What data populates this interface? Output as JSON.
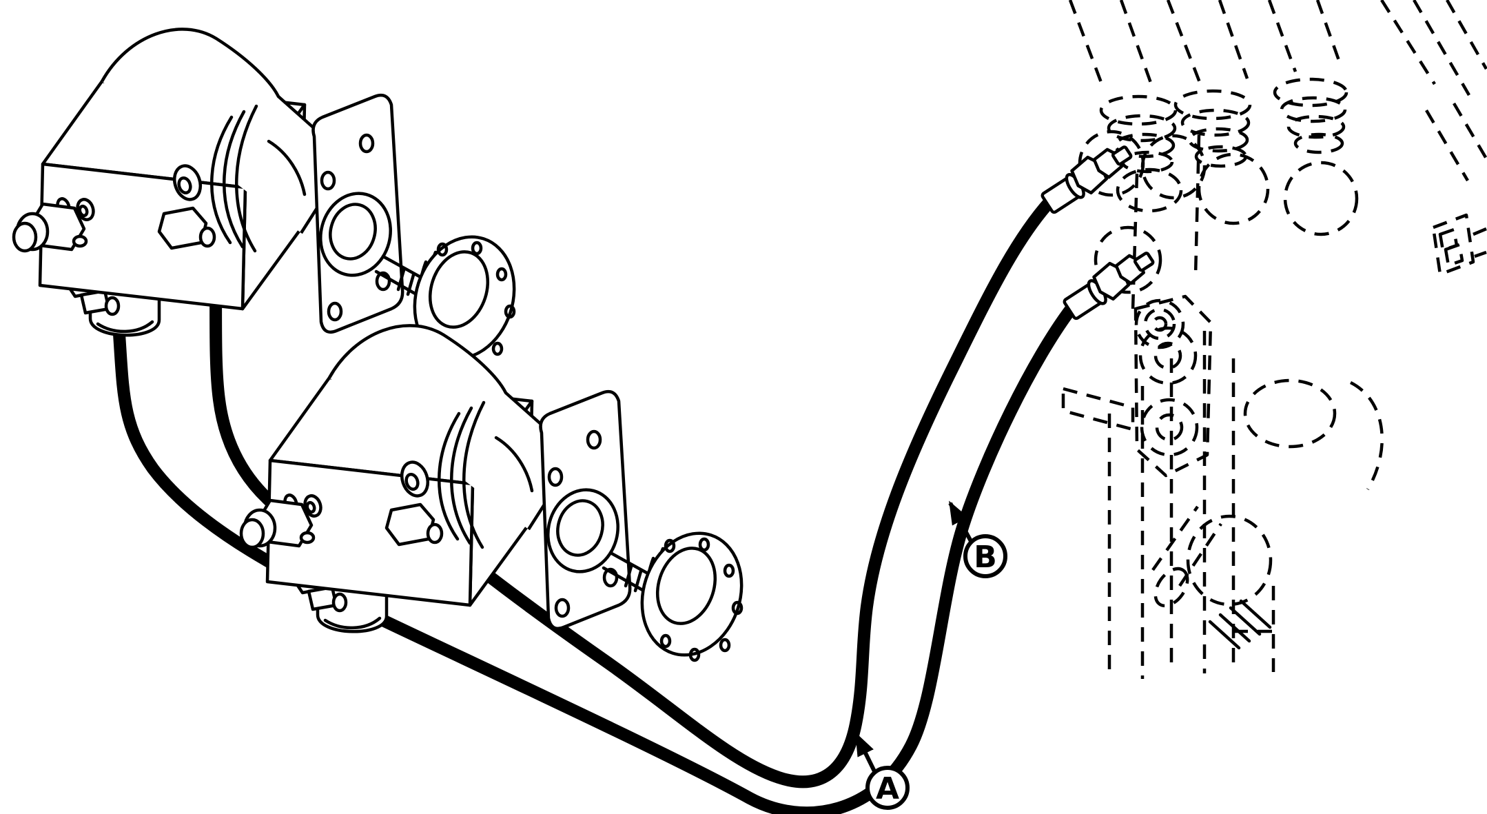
{
  "figure": {
    "type": "hydraulic-hose-routing-parts-diagram",
    "background_color": "#ffffff",
    "line_color": "#000000"
  },
  "callouts": [
    {
      "id": "A",
      "label": "A",
      "points_to": "hose-a"
    },
    {
      "id": "B",
      "label": "B",
      "points_to": "hose-b"
    }
  ],
  "parts": {
    "pump_assembly_count": 2,
    "hoses": [
      "hose-a",
      "hose-b",
      "interconnect-hose"
    ],
    "phantom_reference": "manifold-and-frame (dashed phantom lines)"
  }
}
